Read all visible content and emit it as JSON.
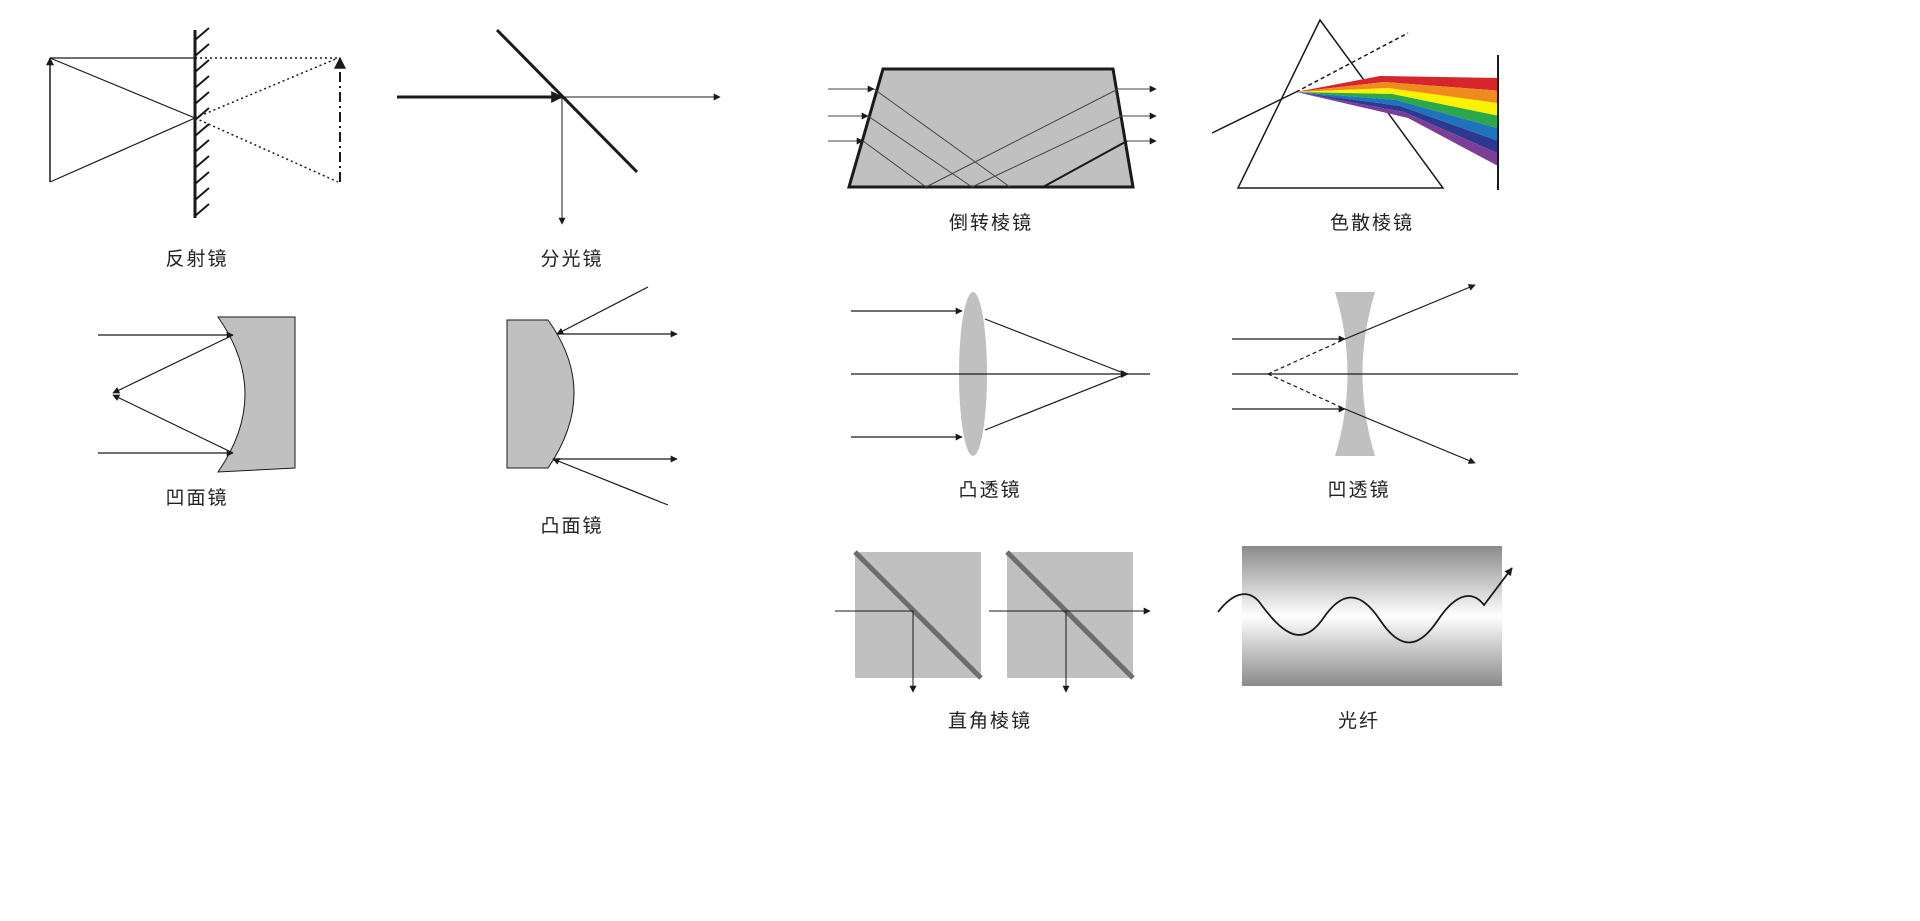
{
  "labels": {
    "mirror": "反射镜",
    "beam_splitter": "分光镜",
    "inversion_prism": "倒转棱镜",
    "dispersion_prism": "色散棱镜",
    "concave_mirror": "凹面镜",
    "convex_mirror": "凸面镜",
    "convex_lens": "凸透镜",
    "concave_lens": "凹透镜",
    "right_angle_prism": "直角棱镜",
    "optical_fiber": "光纤"
  },
  "colors": {
    "glass": "#c0c0c0",
    "line": "#1a1a1a",
    "spectrum": [
      "#d7262b",
      "#f08a1d",
      "#fff200",
      "#2aa84a",
      "#1e73be",
      "#2b3990",
      "#7b3f98"
    ]
  }
}
